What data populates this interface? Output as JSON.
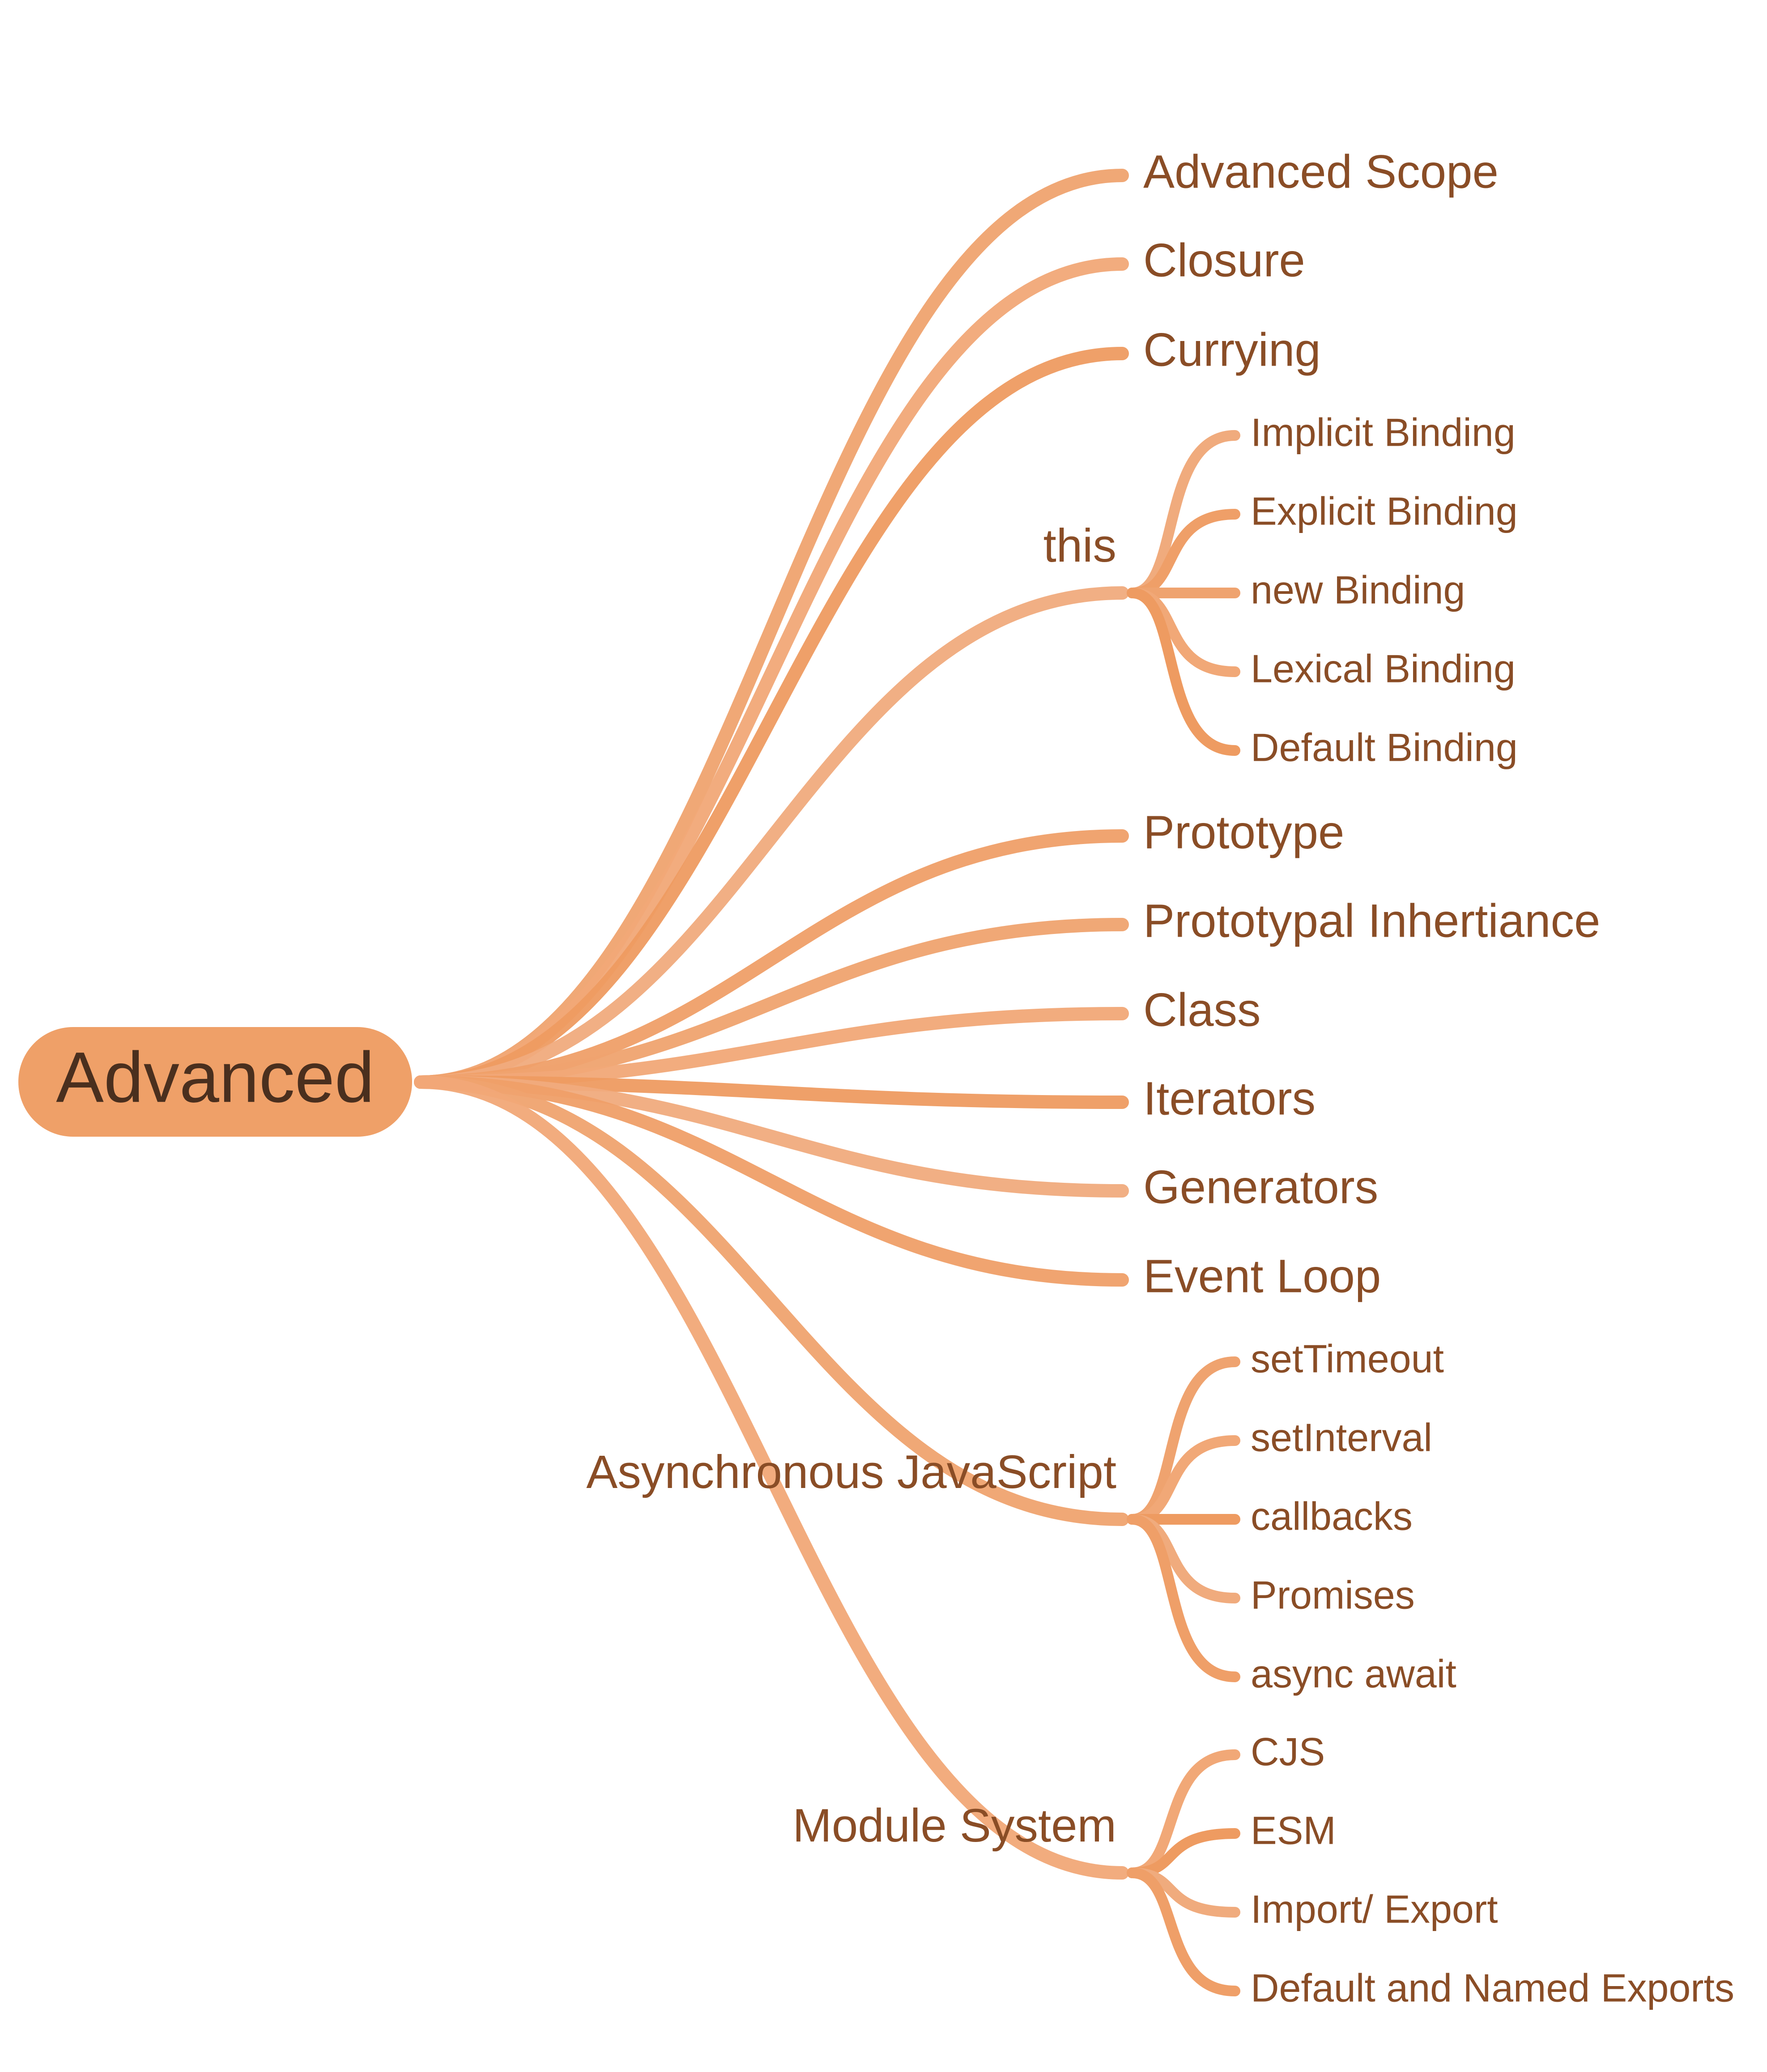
{
  "root": {
    "label": "Advanced"
  },
  "colors": {
    "background": "#ffffff",
    "root_fill": "#efa068",
    "root_text": "#4a2f1e",
    "label_text": "#8a4d26",
    "edge_shades": [
      "#efa36f",
      "#f1a877",
      "#ee9b61",
      "#f0ab7d",
      "#ef9f68"
    ]
  },
  "branches": [
    {
      "label": "Advanced Scope",
      "children": []
    },
    {
      "label": "Closure",
      "children": []
    },
    {
      "label": "Currying",
      "children": []
    },
    {
      "label": "this",
      "children": [
        "Implicit Binding",
        "Explicit Binding",
        "new Binding",
        "Lexical Binding",
        "Default Binding"
      ]
    },
    {
      "label": "Prototype",
      "children": []
    },
    {
      "label": "Prototypal Inhertiance",
      "children": []
    },
    {
      "label": "Class",
      "children": []
    },
    {
      "label": "Iterators",
      "children": []
    },
    {
      "label": "Generators",
      "children": []
    },
    {
      "label": "Event Loop",
      "children": []
    },
    {
      "label": "Asynchronous JavaScript",
      "children": [
        "setTimeout",
        "setInterval",
        "callbacks",
        "Promises",
        "async await"
      ]
    },
    {
      "label": "Module System",
      "children": [
        "CJS",
        "ESM",
        "Import/ Export",
        "Default and Named Exports"
      ]
    }
  ]
}
